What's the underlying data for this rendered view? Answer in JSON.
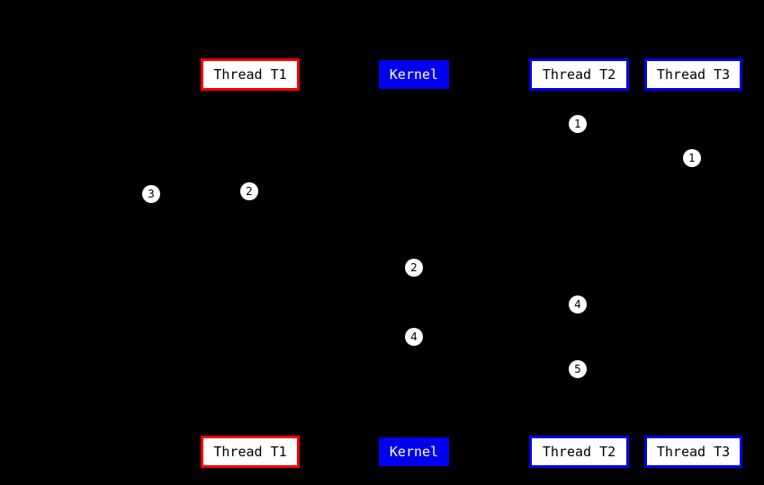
{
  "diagram": {
    "background_color": "#000000",
    "colors": {
      "thread_t1_border": "#ff0000",
      "kernel_fill": "#0000ee",
      "thread_t2_t3_border": "#0000ee",
      "box_fill": "#ffffff",
      "box_text": "#000000",
      "kernel_text": "#ffffff",
      "marker_fill": "#ffffff",
      "marker_text": "#000000"
    },
    "top_boxes": [
      {
        "label": "Thread T1",
        "style": "red-outline"
      },
      {
        "label": "Kernel",
        "style": "blue-solid"
      },
      {
        "label": "Thread T2",
        "style": "blue-outline"
      },
      {
        "label": "Thread T3",
        "style": "blue-outline"
      }
    ],
    "bottom_boxes": [
      {
        "label": "Thread T1",
        "style": "red-outline"
      },
      {
        "label": "Kernel",
        "style": "blue-solid"
      },
      {
        "label": "Thread T2",
        "style": "blue-outline"
      },
      {
        "label": "Thread T3",
        "style": "blue-outline"
      }
    ],
    "markers": [
      {
        "number": "1"
      },
      {
        "number": "1"
      },
      {
        "number": "3"
      },
      {
        "number": "2"
      },
      {
        "number": "2"
      },
      {
        "number": "4"
      },
      {
        "number": "4"
      },
      {
        "number": "5"
      }
    ]
  }
}
